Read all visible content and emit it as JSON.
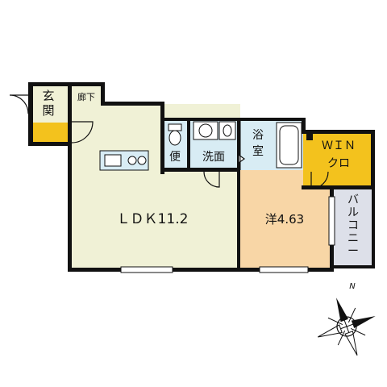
{
  "floor_plan": {
    "rooms": {
      "genkan": "玄関",
      "rouka": "廊下",
      "ldk": "ＬＤＫ11.2",
      "ben": "便",
      "senmen": "洗面",
      "yokushitsu": "浴室",
      "win_top": "ＷＩＮ",
      "win_bottom": "クロ",
      "youshitsu": "洋4.63",
      "balcony": "バルコニー"
    },
    "compass": {
      "north": "N"
    }
  },
  "colors": {
    "ldk": "#f0f1d6",
    "youshitsu": "#f8d6a6",
    "wet_area": "#d8ecf4",
    "win_closet": "#f3c21d",
    "genkan_floor": "#f3c21d",
    "balcony": "#dde0e9",
    "wall": "#111111"
  }
}
